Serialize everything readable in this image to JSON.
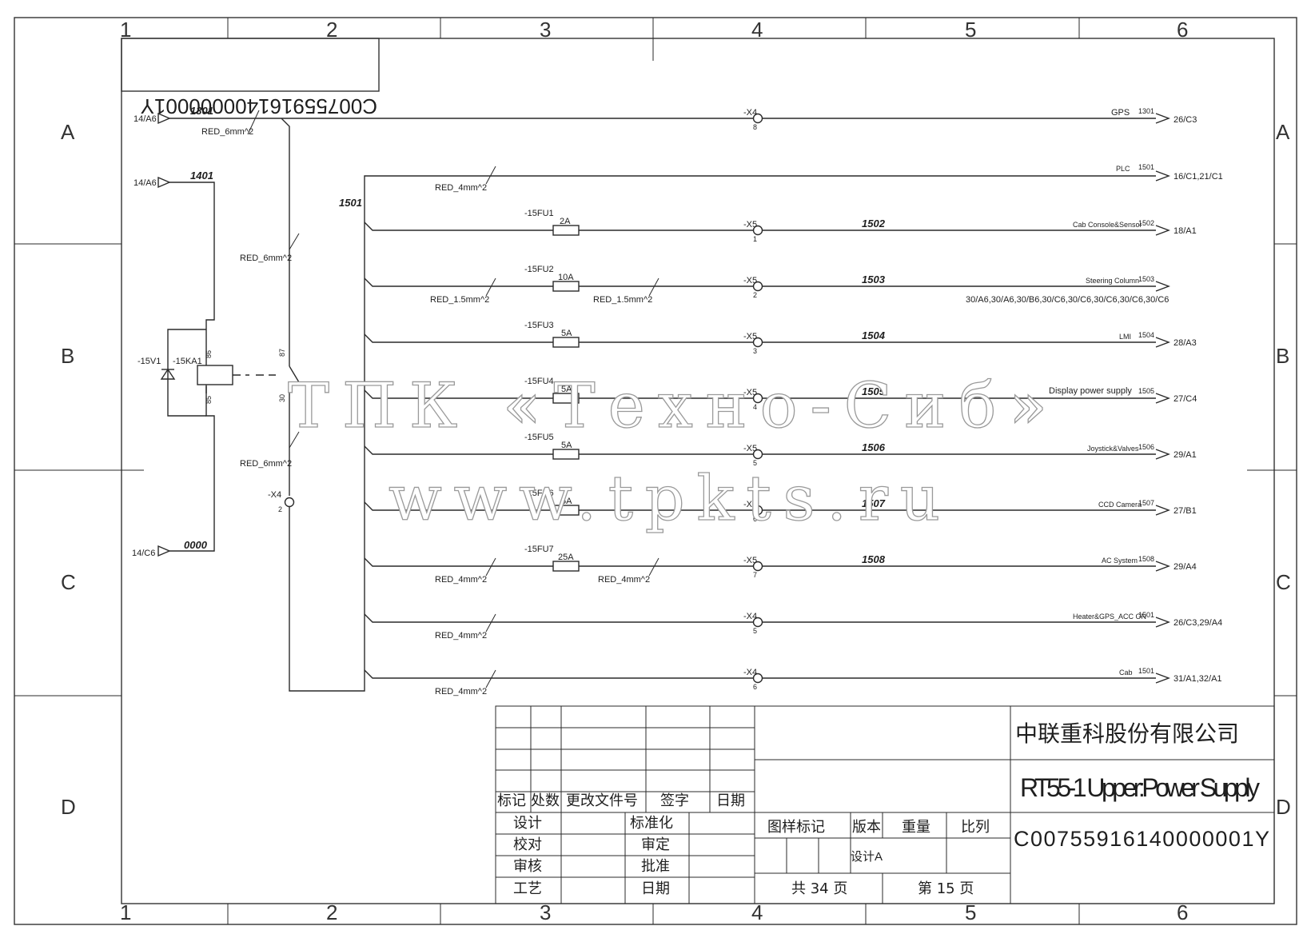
{
  "frame": {
    "columns": [
      "1",
      "2",
      "3",
      "4",
      "5",
      "6"
    ],
    "rows": [
      "A",
      "B",
      "C",
      "D"
    ]
  },
  "doc_code_mirrored": "C007559161400000001Y",
  "inputs": [
    {
      "ref": "14/A6",
      "wire": "1301"
    },
    {
      "ref": "14/A6",
      "wire": "1401"
    },
    {
      "ref": "14/C6",
      "wire": "0000"
    }
  ],
  "relay": {
    "diode": "-15V1",
    "coil": "-15KA1",
    "pins": [
      "86",
      "85",
      "87",
      "30"
    ]
  },
  "labels": {
    "red6_a": "RED_6mm^2",
    "red6_b": "RED_6mm^2",
    "red6_c": "RED_6mm^2",
    "bus_wire": "1501",
    "x4_bottom": "-X4",
    "x4_bottom_pin": "2"
  },
  "circuits": [
    {
      "terminal": "-X4",
      "pin": "8",
      "wire": "",
      "fuse": "",
      "rating": "",
      "dest_label": "GPS",
      "dest_wire": "1301",
      "dest_ref": "26/C3",
      "wire_size": "",
      "wire_size2": ""
    },
    {
      "terminal": "",
      "pin": "",
      "wire": "",
      "fuse": "",
      "rating": "",
      "dest_label": "PLC",
      "dest_wire": "1501",
      "dest_ref": "16/C1,21/C1",
      "wire_size": "RED_4mm^2",
      "wire_size2": ""
    },
    {
      "terminal": "-X5",
      "pin": "1",
      "wire": "1502",
      "fuse": "-15FU1",
      "rating": "2A",
      "dest_label": "Cab Console&Sensor",
      "dest_wire": "1502",
      "dest_ref": "18/A1",
      "wire_size": "",
      "wire_size2": ""
    },
    {
      "terminal": "-X5",
      "pin": "2",
      "wire": "1503",
      "fuse": "-15FU2",
      "rating": "10A",
      "dest_label": "Steering Column",
      "dest_wire": "1503",
      "dest_ref": "30/A6,30/A6,30/B6,30/C6,30/C6,30/C6,30/C6,30/C6",
      "wire_size": "RED_1.5mm^2",
      "wire_size2": "RED_1.5mm^2"
    },
    {
      "terminal": "-X5",
      "pin": "3",
      "wire": "1504",
      "fuse": "-15FU3",
      "rating": "5A",
      "dest_label": "LMI",
      "dest_wire": "1504",
      "dest_ref": "28/A3",
      "wire_size": "",
      "wire_size2": ""
    },
    {
      "terminal": "-X5",
      "pin": "4",
      "wire": "1505",
      "fuse": "-15FU4",
      "rating": "5A",
      "dest_label": "Display power supply",
      "dest_wire": "1505",
      "dest_ref": "27/C4",
      "wire_size": "",
      "wire_size2": ""
    },
    {
      "terminal": "-X5",
      "pin": "5",
      "wire": "1506",
      "fuse": "-15FU5",
      "rating": "5A",
      "dest_label": "Joystick&Valves",
      "dest_wire": "1506",
      "dest_ref": "29/A1",
      "wire_size": "",
      "wire_size2": ""
    },
    {
      "terminal": "-X5",
      "pin": "6",
      "wire": "1507",
      "fuse": "-15FU6",
      "rating": "5A",
      "dest_label": "CCD Camera",
      "dest_wire": "1507",
      "dest_ref": "27/B1",
      "wire_size": "",
      "wire_size2": ""
    },
    {
      "terminal": "-X5",
      "pin": "7",
      "wire": "1508",
      "fuse": "-15FU7",
      "rating": "25A",
      "dest_label": "AC System",
      "dest_wire": "1508",
      "dest_ref": "29/A4",
      "wire_size": "RED_4mm^2",
      "wire_size2": "RED_4mm^2"
    },
    {
      "terminal": "-X4",
      "pin": "5",
      "wire": "",
      "fuse": "",
      "rating": "",
      "dest_label": "Heater&GPS_ACC ON",
      "dest_wire": "1501",
      "dest_ref": "26/C3,29/A4",
      "wire_size": "RED_4mm^2",
      "wire_size2": ""
    },
    {
      "terminal": "-X4",
      "pin": "6",
      "wire": "",
      "fuse": "",
      "rating": "",
      "dest_label": "Cab",
      "dest_wire": "1501",
      "dest_ref": "31/A1,32/A1",
      "wire_size": "RED_4mm^2",
      "wire_size2": ""
    }
  ],
  "watermark": {
    "line1": "ТПК «Техно-Сиб»",
    "line2": "www.tpkts.ru"
  },
  "title_block": {
    "company": "中联重科股份有限公司",
    "title": "RT55-1 Upper:Power Supply",
    "drawing_no": "C00755916140000001Y",
    "rev_headers": [
      "标记",
      "处数",
      "更改文件号",
      "签字",
      "日期"
    ],
    "roles": [
      "设计",
      "校对",
      "审核",
      "工艺"
    ],
    "roles2": [
      "标准化",
      "审定",
      "批准",
      "日期"
    ],
    "meta_headers": [
      "图样标记",
      "版本",
      "重量",
      "比列"
    ],
    "version": "设计A",
    "total_pages": "共 34 页",
    "page": "第 15 页"
  }
}
